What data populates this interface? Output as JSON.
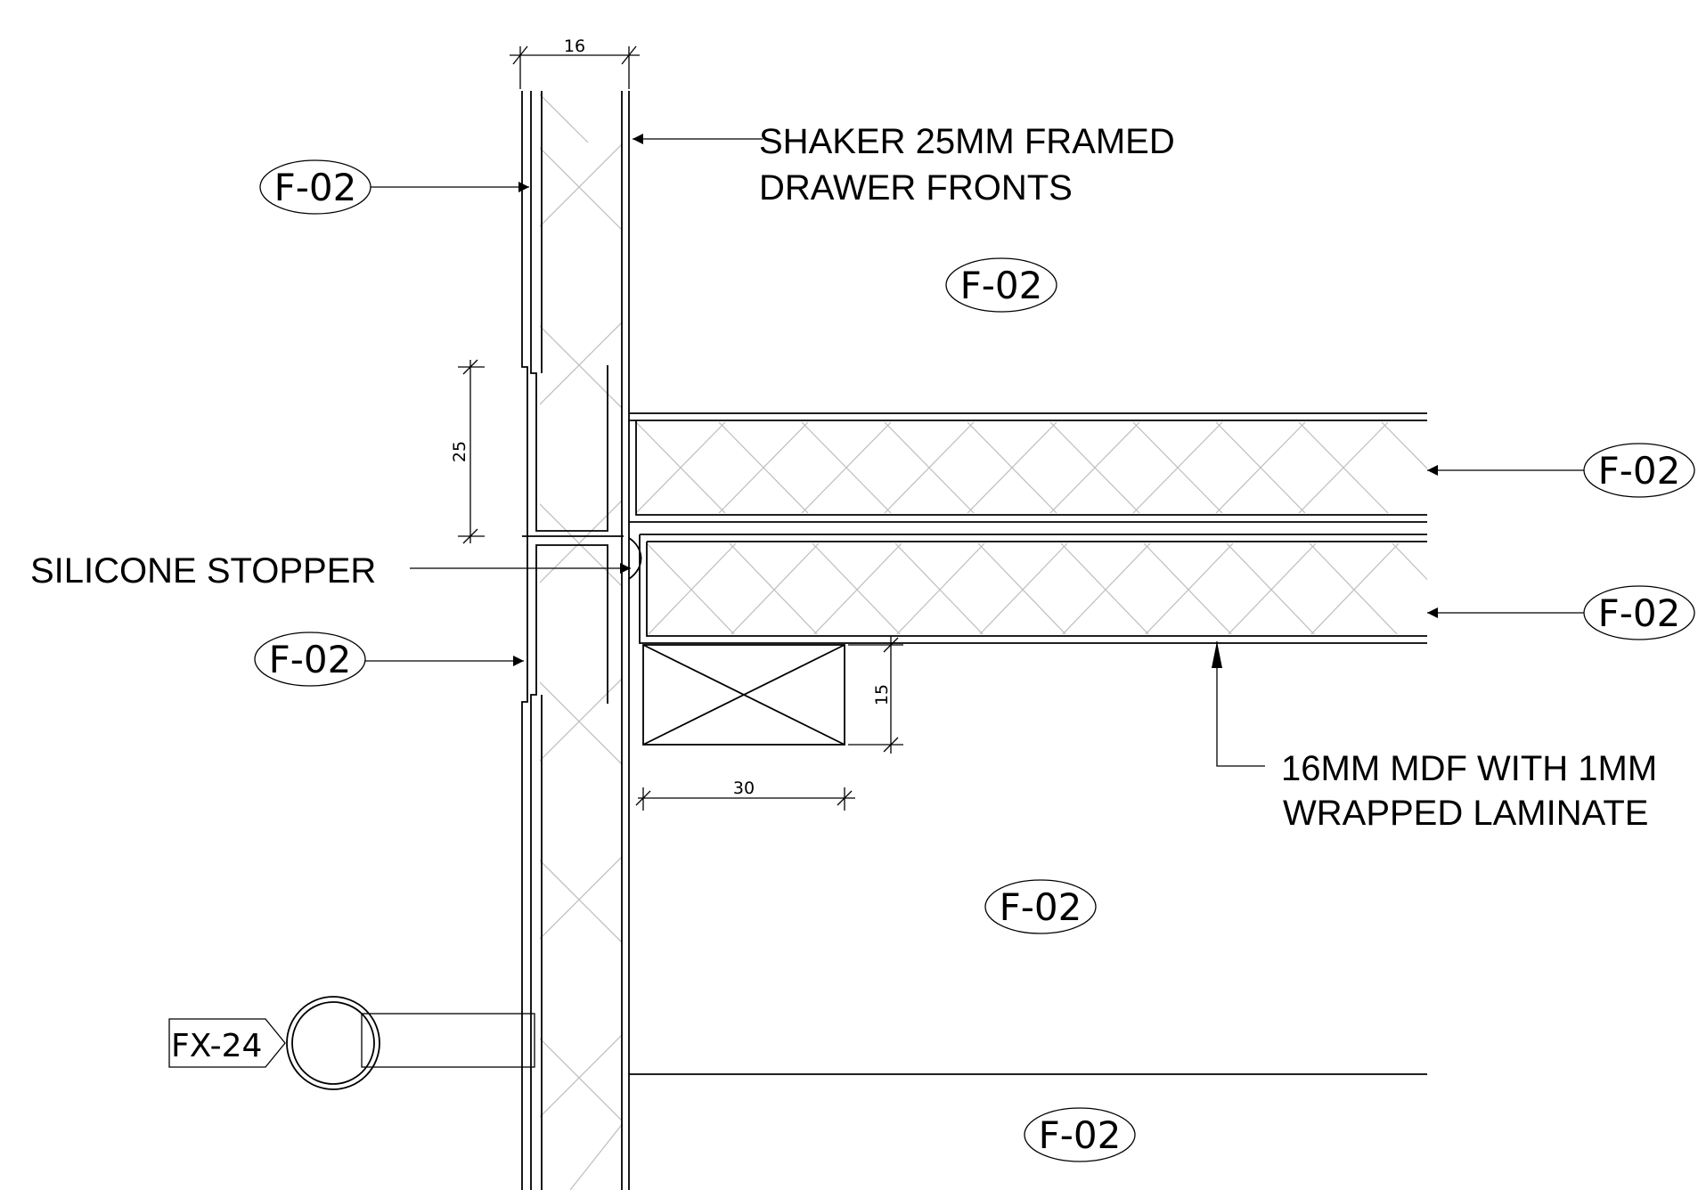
{
  "materials": {
    "finish": "F-02",
    "fixture": "FX-24"
  },
  "notes": {
    "drawer_fronts_1": "SHAKER 25MM FRAMED",
    "drawer_fronts_2": "DRAWER FRONTS",
    "silicone": "SILICONE STOPPER",
    "mdf_1": "16MM MDF WITH 1MM",
    "mdf_2": "WRAPPED LAMINATE"
  },
  "dimensions": {
    "panel_thickness": "16",
    "frame_width": "25",
    "runner_height": "15",
    "runner_width": "30"
  }
}
